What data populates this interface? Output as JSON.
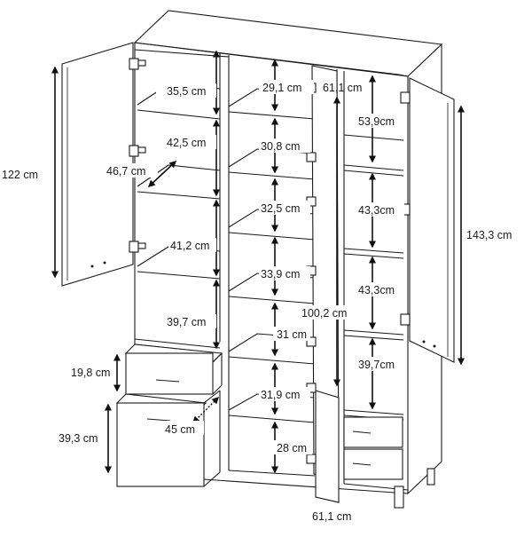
{
  "colors": {
    "line": "#1a1a1a",
    "background": "#ffffff",
    "arrow": "#111111"
  },
  "icons": [
    "hinge-icon",
    "drawer-handle-icon",
    "dimension-arrow-icon"
  ],
  "dimensions": {
    "left_door_height": "122 cm",
    "left_shelf_depth": "46,7 cm",
    "left_compartment_1": "35,5 cm",
    "left_compartment_2": "42,5 cm",
    "left_compartment_3": "41,2 cm",
    "left_compartment_4": "39,7 cm",
    "drawer_small": "19,8 cm",
    "drawer_large": "39,3 cm",
    "drawer_depth": "45 cm",
    "middle_compartment_1": "29,1 cm",
    "middle_compartment_2": "30,8 cm",
    "middle_compartment_3": "32,5 cm",
    "middle_compartment_4": "33,9 cm",
    "middle_compartment_5": "31 cm",
    "middle_compartment_6": "31,9 cm",
    "middle_compartment_7": "28 cm",
    "middle_width_top": "61,1 cm",
    "middle_width_bottom": "61,1 cm",
    "middle_door_height": "100,2 cm",
    "right_compartment_1": "53,9cm",
    "right_compartment_2": "43,3cm",
    "right_compartment_3": "43,3cm",
    "right_compartment_4": "39,7cm",
    "right_door_height": "143,3 cm"
  }
}
